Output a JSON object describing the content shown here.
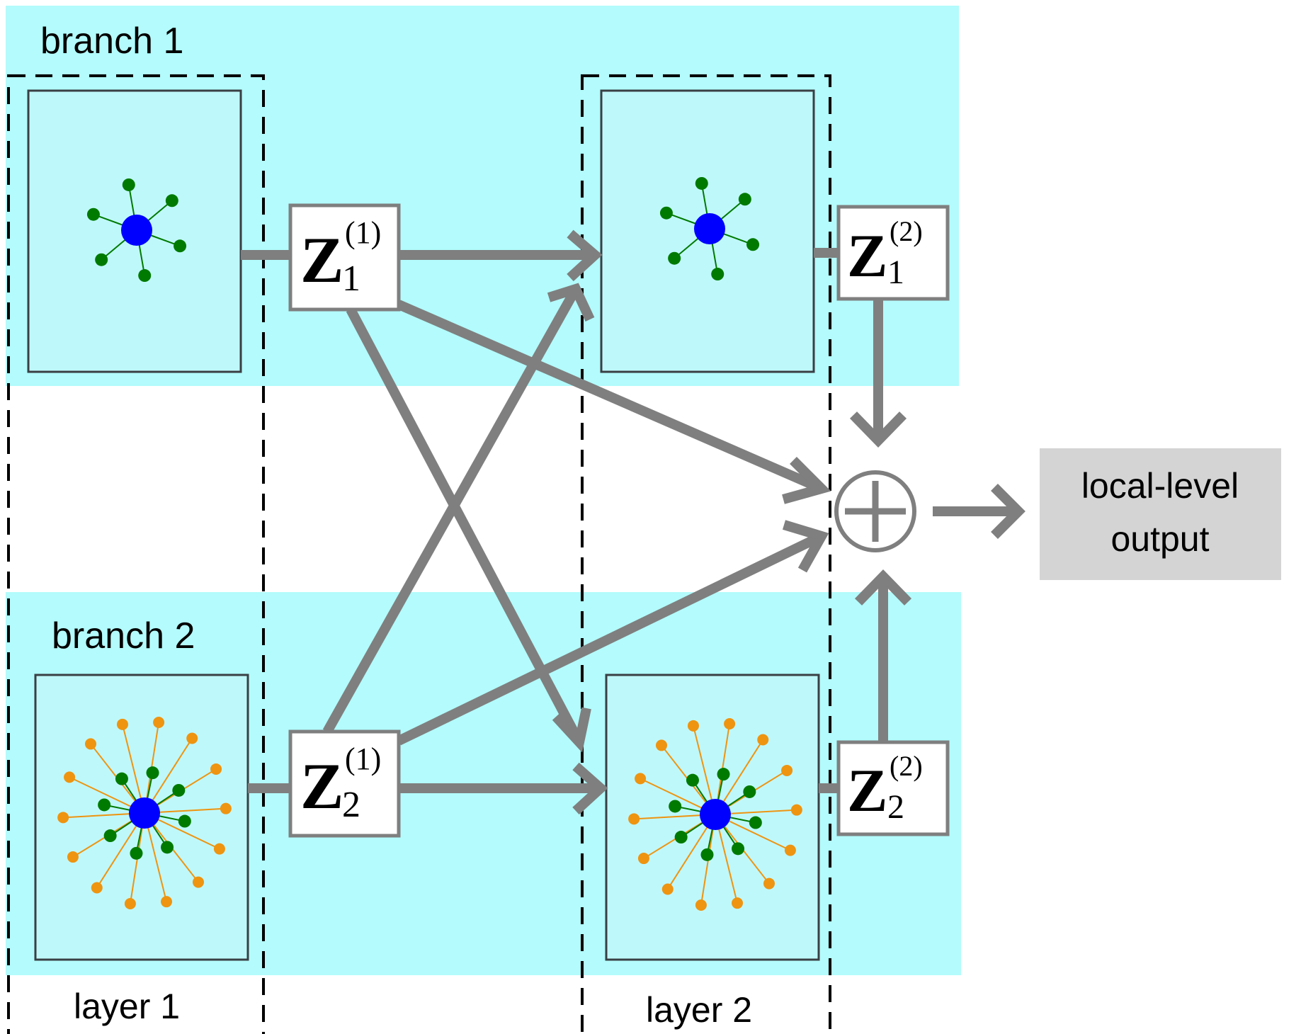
{
  "colors": {
    "band": "#b3fbfc",
    "panel_fill": "#bff8fa",
    "cell_line": "#3a3f44",
    "arrow": "#7f7f7f",
    "center_node": "#0000ff",
    "inner_node": "#007a00",
    "outer_node": "#ee9410",
    "output_box": "#d4d4d4",
    "dashed": "#000000"
  },
  "labels": {
    "branch1": "branch 1",
    "branch2": "branch 2",
    "layer1": "layer 1",
    "layer2": "layer 2",
    "output_line1": "local-level",
    "output_line2": "output"
  },
  "nodes": {
    "z11": {
      "base": "Z",
      "sub": "1",
      "sup": "(1)"
    },
    "z12": {
      "base": "Z",
      "sub": "1",
      "sup": "(2)"
    },
    "z21": {
      "base": "Z",
      "sub": "2",
      "sup": "(1)"
    },
    "z22": {
      "base": "Z",
      "sub": "2",
      "sup": "(2)"
    },
    "sum_symbol": "plus-in-circle-icon"
  }
}
